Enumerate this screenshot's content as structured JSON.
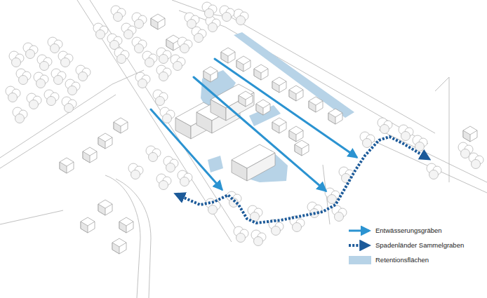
{
  "diagram": {
    "legend": [
      {
        "text": "Entwässerungsgräben"
      },
      {
        "text": "Spadenländer Sammelgraben"
      },
      {
        "text": "Retentionsflächen",
        "color": "#b7d3e7"
      }
    ]
  }
}
